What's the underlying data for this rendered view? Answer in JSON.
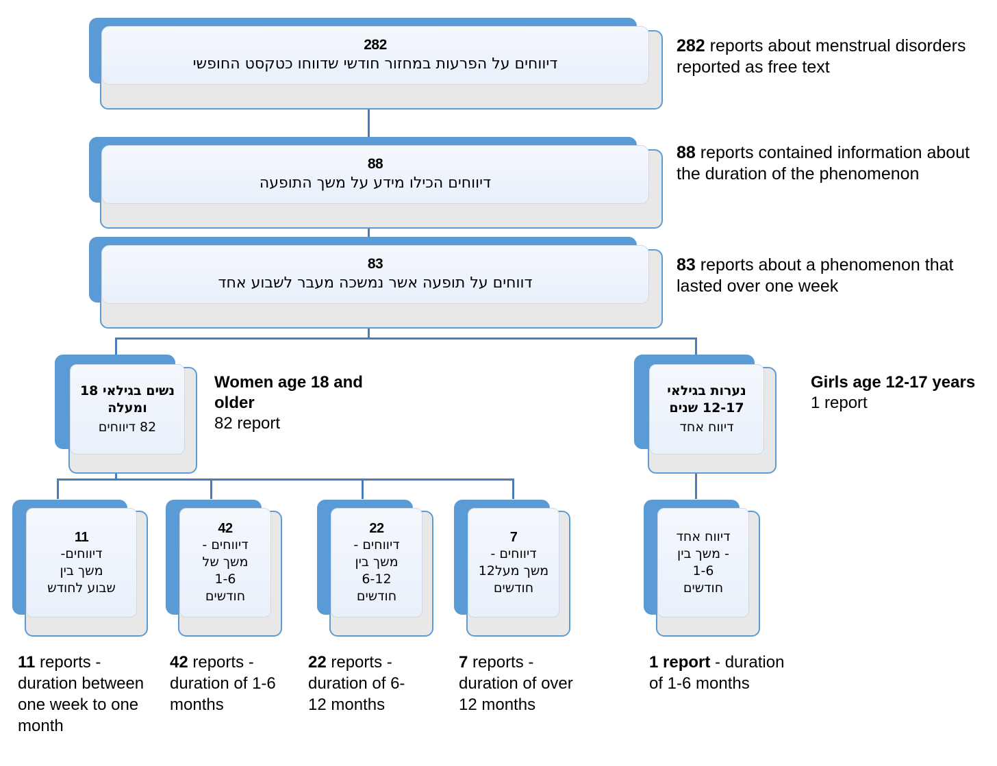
{
  "diagram": {
    "title": "Menstrual disorder reports flow",
    "accent_blue": "#5b9bd5",
    "line_blue": "#4a7ebb",
    "panel_fill": "#eef3fb",
    "shadow_gray": "#e8e8e8"
  },
  "stages": [
    {
      "count": "282",
      "hebrew": "דיווחים על הפרעות במחזור חודשי שדווחו כטקסט החופשי",
      "caption_bold": "282",
      "caption_rest": " reports about menstrual disorders reported as free text"
    },
    {
      "count": "88",
      "hebrew": "דיווחים הכילו מידע על משך התופעה",
      "caption_bold": "88",
      "caption_rest": " reports contained information about the duration of the phenomenon"
    },
    {
      "count": "83",
      "hebrew": "דווחים על תופעה אשר נמשכה מעבר לשבוע אחד",
      "caption_bold": "83",
      "caption_rest": " reports about a phenomenon that lasted over one week"
    }
  ],
  "groups": [
    {
      "hebrew_title": "נשים בגילאי 18 ומעלה",
      "hebrew_sub": "82 דיווחים",
      "label_title": "Women age 18 and older",
      "label_sub": "82 report"
    },
    {
      "hebrew_title": "נערות בגילאי 12-17 שנים",
      "hebrew_sub": "דיווח אחד",
      "label_title": "Girls age 12-17 years",
      "label_sub": "1 report"
    }
  ],
  "leaves_women": [
    {
      "count": "11",
      "hebrew": "דיווחים-\nמשך בין\nשבוע לחודש",
      "caption_bold": "11",
      "caption_rest": " reports - duration between one week to one month"
    },
    {
      "count": "42",
      "hebrew": "דיווחים -\nמשך של\n1-6\nחודשים",
      "caption_bold": "42",
      "caption_rest": " reports - duration of 1-6 months"
    },
    {
      "count": "22",
      "hebrew": "דיווחים -\nמשך בין\n6-12\nחודשים",
      "caption_bold": "22",
      "caption_rest": " reports - duration of 6-12 months"
    },
    {
      "count": "7",
      "hebrew": "דיווחים -\nמשך מעל12\nחודשים",
      "caption_bold": "7",
      "caption_rest": " reports - duration of over 12 months"
    }
  ],
  "leaves_girls": [
    {
      "count": "",
      "hebrew": "דיווח אחד\n- משך בין\n1-6\nחודשים",
      "caption_bold": "1 report",
      "caption_rest": " - duration of 1-6 months"
    }
  ]
}
